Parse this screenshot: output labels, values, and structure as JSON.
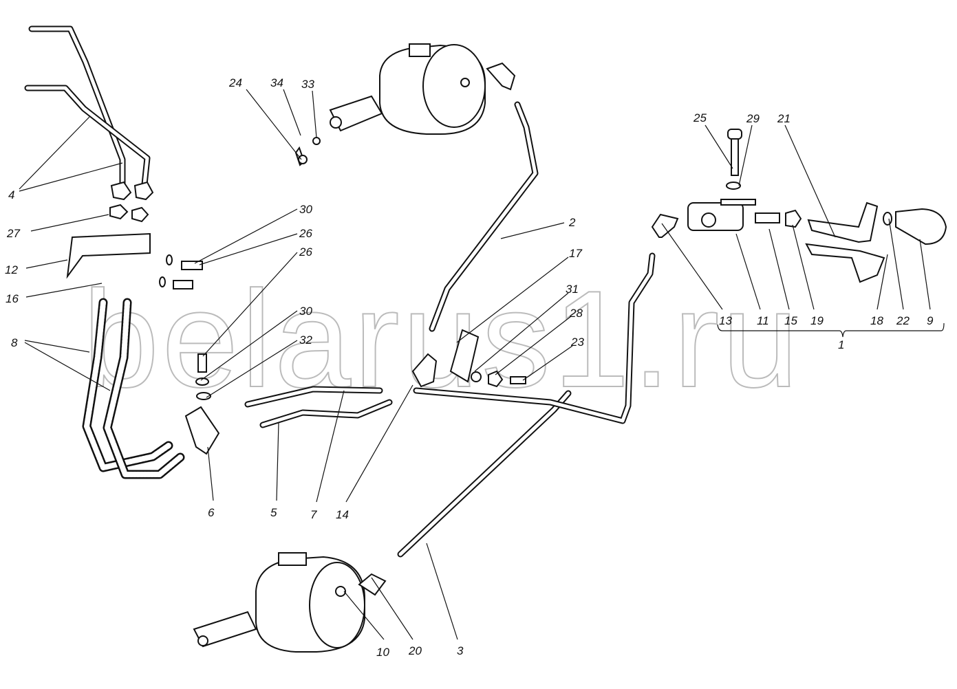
{
  "watermark": "belarus1.ru",
  "labels": {
    "l1": "1",
    "l2": "2",
    "l3": "3",
    "l4": "4",
    "l5": "5",
    "l6": "6",
    "l7": "7",
    "l8": "8",
    "l9": "9",
    "l10": "10",
    "l11": "11",
    "l12": "12",
    "l13": "13",
    "l14": "14",
    "l15": "15",
    "l16": "16",
    "l17": "17",
    "l18": "18",
    "l19": "19",
    "l20": "20",
    "l21": "21",
    "l22": "22",
    "l23": "23",
    "l24": "24",
    "l25": "25",
    "l26": "26",
    "l27": "27",
    "l28": "28",
    "l29": "29",
    "l30": "30",
    "l31": "31",
    "l32": "32",
    "l33": "33",
    "l34": "34"
  }
}
